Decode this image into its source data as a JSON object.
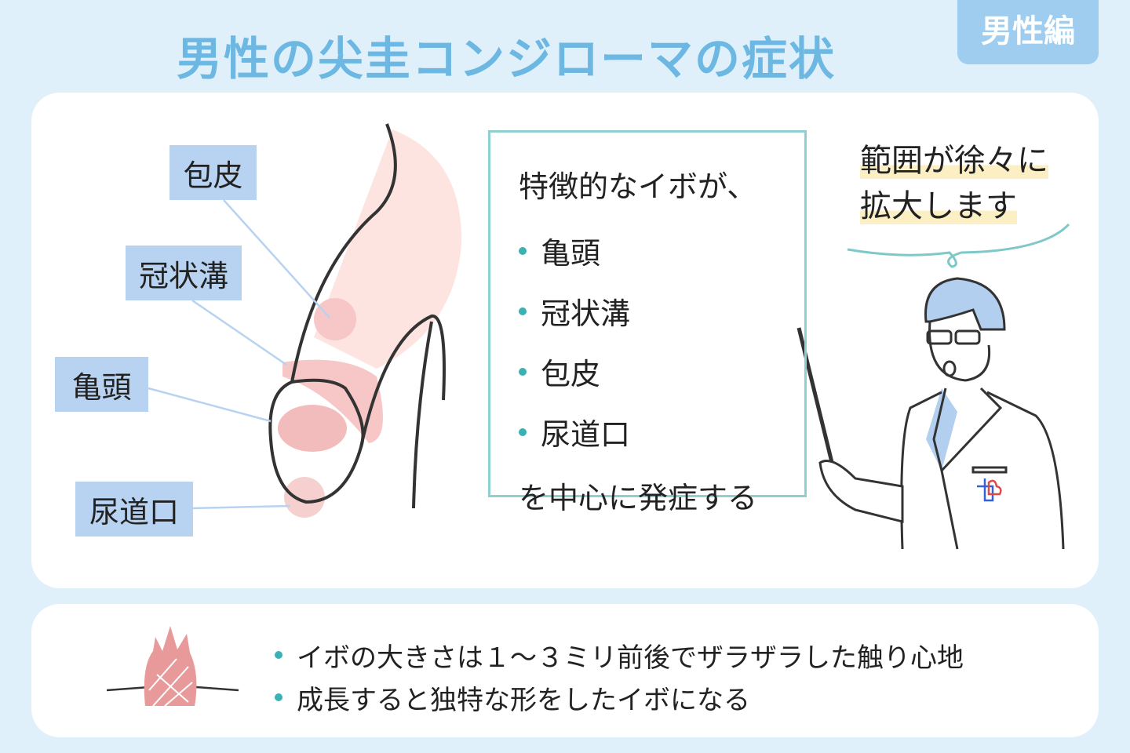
{
  "title": "男性の尖圭コンジローマの症状",
  "badge": "男性編",
  "labels": {
    "foreskin": "包皮",
    "coronal": "冠状溝",
    "glans": "亀頭",
    "urethra": "尿道口"
  },
  "box": {
    "intro": "特徴的なイボが、",
    "items": [
      "亀頭",
      "冠状溝",
      "包皮",
      "尿道口"
    ],
    "outro": "を中心に発症する"
  },
  "speech": [
    "範囲が徐々に",
    "拡大します"
  ],
  "notes": [
    "イボの大きさは１～３ミリ前後でザラザラした触り心地",
    "成長すると独特な形をしたイボになる"
  ],
  "colors": {
    "title": "#6cb8e2",
    "label": "#b8d2f1",
    "bullet": "#3ab2b4",
    "wart": "#e89a9a"
  }
}
